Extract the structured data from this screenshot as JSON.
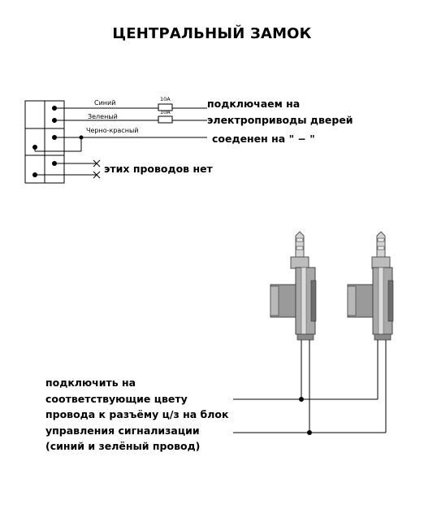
{
  "title": "ЦЕНТРАЛЬНЫЙ ЗАМОК",
  "wiring": {
    "wires": [
      {
        "color_name": "Синий",
        "fuse": "10A"
      },
      {
        "color_name": "Зеленый",
        "fuse": "10A"
      },
      {
        "color_name": "Черно-красный"
      }
    ],
    "notes": {
      "doors_line1": "подключаем на",
      "doors_line2": "электроприводы дверей",
      "ground": "соеденен  на \" − \"",
      "absent": "этих проводов нет"
    }
  },
  "actuators": {
    "instruction_lines": [
      "подключить на",
      "соответствующие цвету",
      "провода к разъёму ц/з  на блок",
      "управления сигнализации",
      "(синий и зелёный провод)"
    ]
  },
  "colors": {
    "line": "#000000",
    "actuator_body": "#9a9a9a",
    "actuator_dark": "#5a5a5a",
    "actuator_light": "#d4d4d4"
  }
}
